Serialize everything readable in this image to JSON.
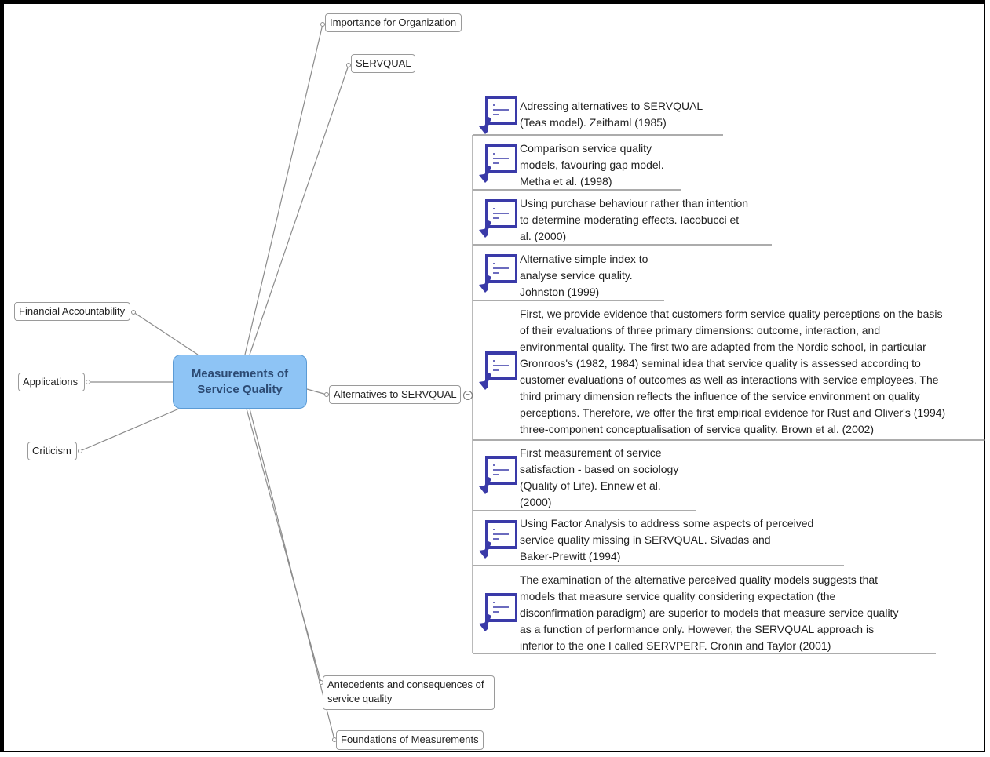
{
  "central_topic": "Measurements of\nService Quality",
  "topics": {
    "importance": "Importance for Organization",
    "servqual": "SERVQUAL",
    "financial": "Financial Accountability",
    "applications": "Applications",
    "criticism": "Criticism",
    "alternatives": "Alternatives to SERVQUAL",
    "antecedents": "Antecedents and consequences of service quality",
    "foundations": "Foundations of Measurements"
  },
  "collapse_symbol": "−",
  "notes": [
    "Adressing alternatives to SERVQUAL\n(Teas model). Zeithaml (1985)",
    "Comparison service quality\nmodels, favouring gap model.\nMetha et al. (1998)",
    "Using purchase behaviour rather than intention\nto determine moderating effects. Iacobucci et\nal. (2000)",
    "Alternative simple index to\nanalyse service quality.\nJohnston (1999)",
    "First, we provide evidence that customers form service quality perceptions on the basis\nof their evaluations of three primary dimensions: outcome, interaction, and\nenvironmental quality. The first two are adapted from the Nordic school, in particular\nGronroos's (1982, 1984) seminal idea that service quality is assessed according to\ncustomer evaluations of outcomes as well as interactions with service employees. The\nthird primary dimension reflects the influence of the service environment on quality\nperceptions. Therefore, we offer the first empirical evidence for Rust and Oliver's (1994)\nthree-component conceptualisation of service quality. Brown et al. (2002)",
    "First measurement of service\nsatisfaction - based on sociology\n(Quality of Life). Ennew et al.\n(2000)",
    "Using Factor Analysis to address some aspects of perceived\nservice quality missing in SERVQUAL. Sivadas and\nBaker-Prewitt (1994)",
    "The examination of the alternative perceived quality models suggests that\nmodels that measure service quality considering expectation (the\ndisconfirmation paradigm) are superior to models that measure service quality\nas a function of performance only. However, the SERVQUAL approach is\ninferior to the one I called SERVPERF. Cronin and Taylor (2001)"
  ],
  "colors": {
    "central_fill": "#8ec4f5",
    "central_text": "#2c4a73",
    "note_icon": "#3a3aa8",
    "connector": "#8c8c8c"
  },
  "icons": {
    "note": "note-icon"
  }
}
